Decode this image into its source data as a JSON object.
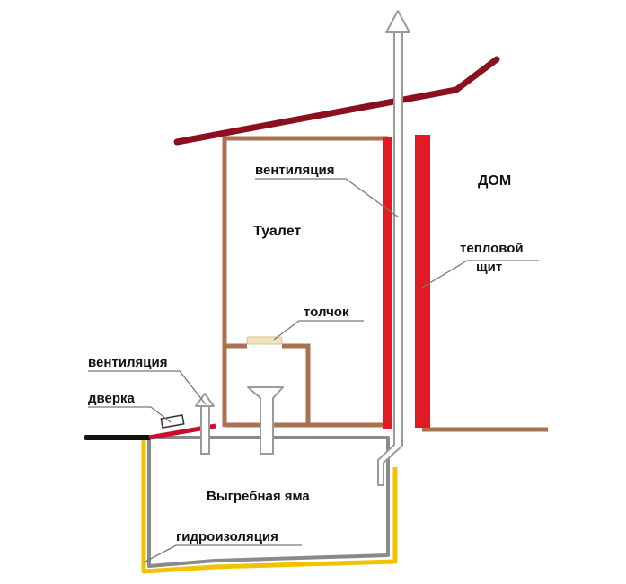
{
  "labels": {
    "ventilation_top": "вентиляция",
    "house": "ДОМ",
    "toilet": "Туалет",
    "heat_shield_line1": "тепловой",
    "heat_shield_line2": "щит",
    "toilet_seat": "толчок",
    "ventilation_bottom": "вентиляция",
    "door": "дверка",
    "cesspit": "Выгребная яма",
    "waterproofing": "гидроизоляция"
  },
  "colors": {
    "roof": "#8b0f1e",
    "wall": "#a87150",
    "heat_shield": "#e01b24",
    "pipe_fill": "#ffffff",
    "pipe_stroke": "#9a9a9a",
    "pit_wall": "#8a8a8a",
    "waterproofing": "#f2c200",
    "ground": "#111111",
    "seat_lid": "#f2e4bf",
    "door": "#c8102e"
  }
}
